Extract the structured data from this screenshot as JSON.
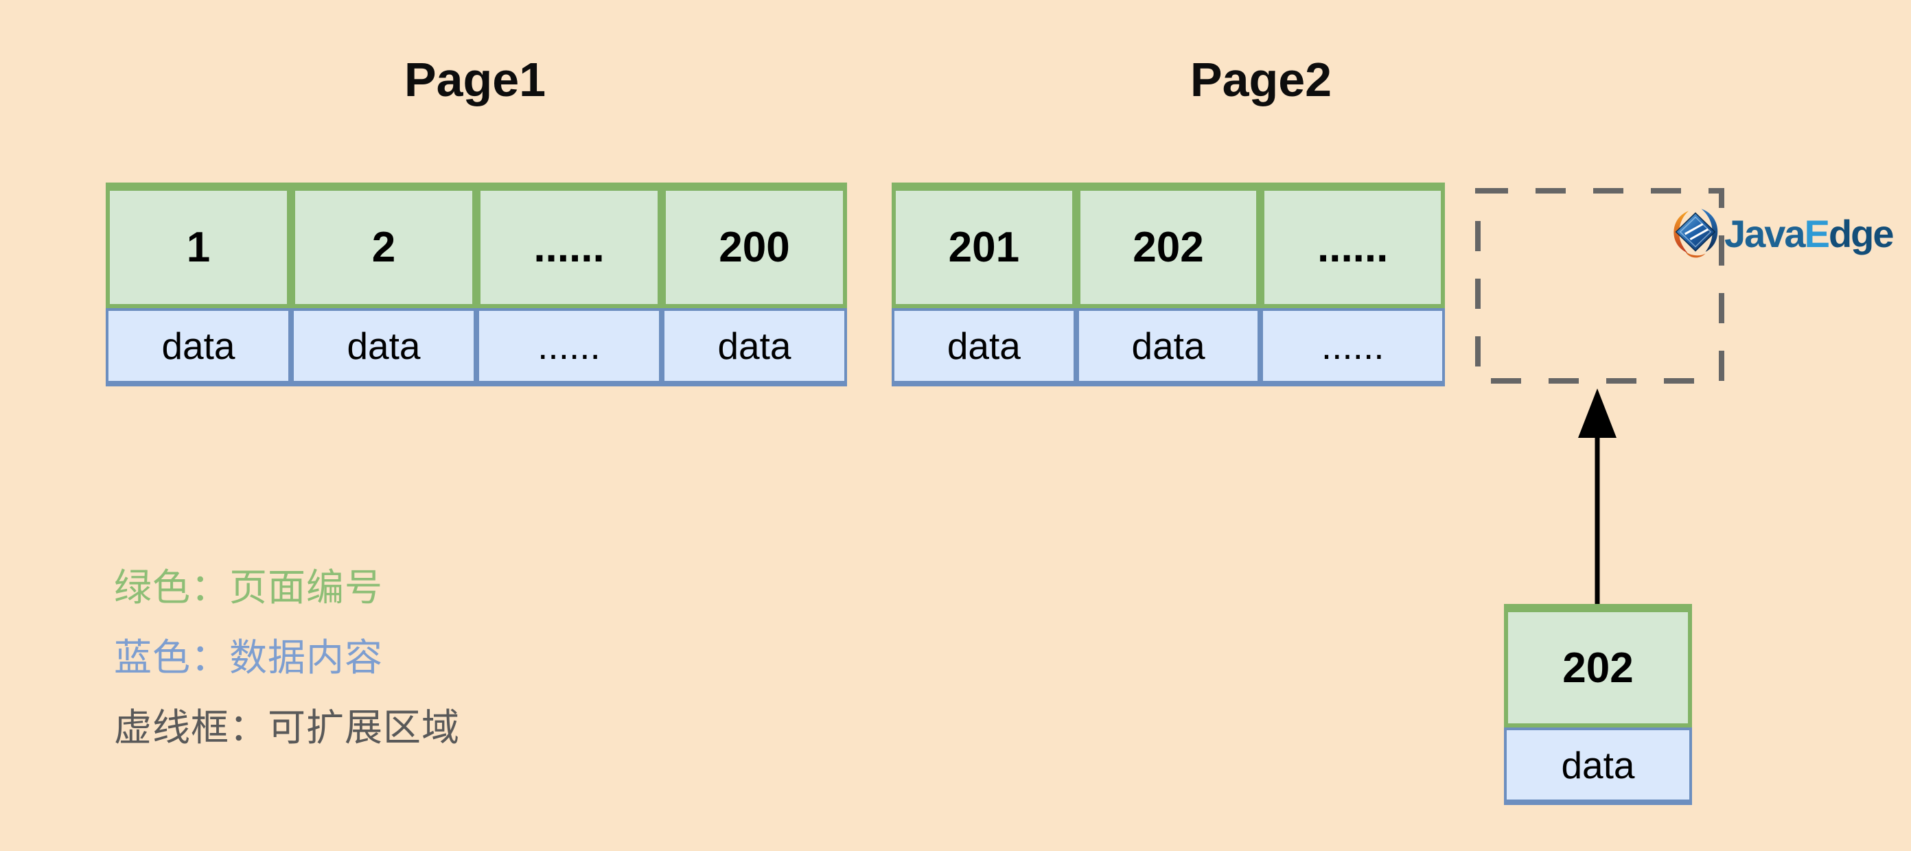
{
  "background_color": "#fbe4c7",
  "page1": {
    "title": "Page1",
    "header_cells": [
      "1",
      "2",
      "......",
      "200"
    ],
    "data_cells": [
      "data",
      "data",
      "......",
      "data"
    ]
  },
  "page2": {
    "title": "Page2",
    "header_cells": [
      "201",
      "202",
      "......"
    ],
    "data_cells": [
      "data",
      "data",
      "......"
    ]
  },
  "expandable_box": {
    "description": "dashed empty box",
    "stroke_color": "#666666"
  },
  "detail_box": {
    "page_number": "202",
    "data": "data"
  },
  "legend": {
    "items": [
      {
        "text": "绿色：页面编号",
        "color": "#8dbe76"
      },
      {
        "text": "蓝色：数据内容",
        "color": "#7d9ed0"
      },
      {
        "text": "虚线框：可扩展区域",
        "color": "#595959"
      }
    ]
  },
  "logo": {
    "text_java": "Java",
    "text_e": "E",
    "text_dge": "dge",
    "java_color": "#1d6394",
    "e_color": "#2e9ad5",
    "dge_color": "#134e79"
  },
  "colors": {
    "page_number_fill": "#d5e8d4",
    "page_number_stroke": "#82b366",
    "data_fill": "#dae8fc",
    "data_stroke": "#6c8ebf",
    "dashed_box_stroke": "#666666",
    "arrow_color": "#000000",
    "title_color": "#0d0d0d"
  }
}
